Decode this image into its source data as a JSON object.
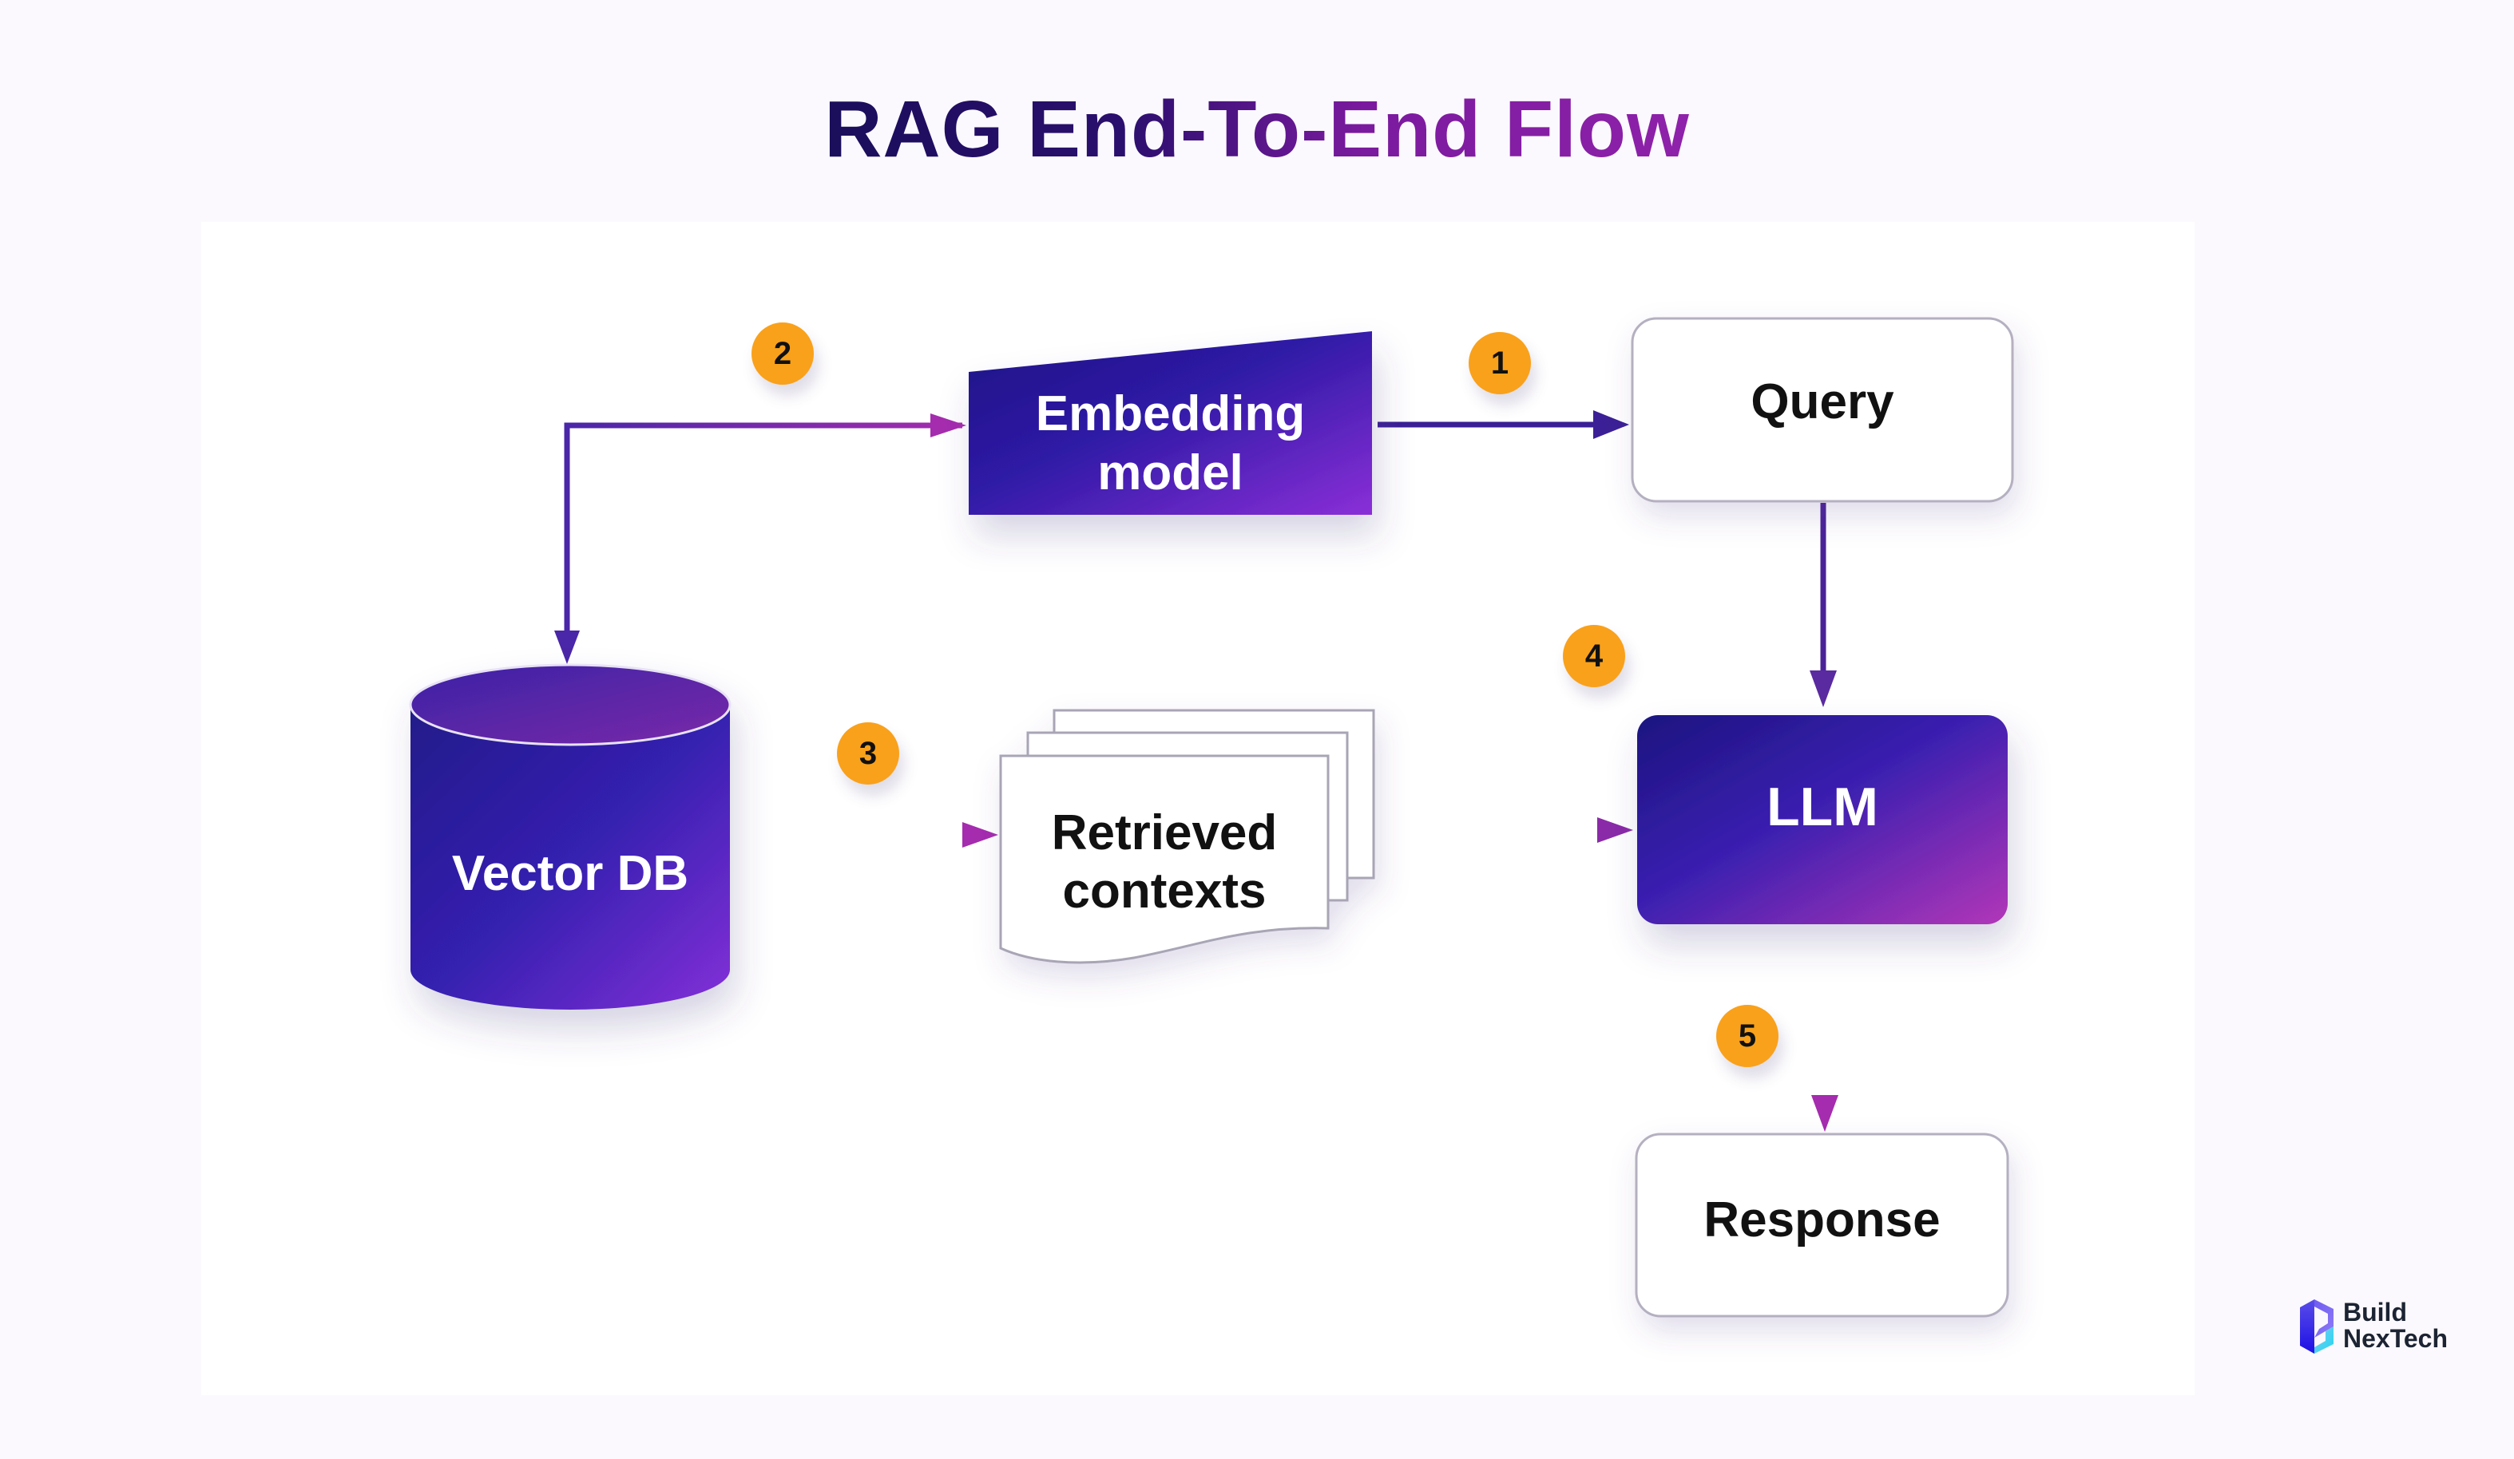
{
  "title": "RAG End-To-End Flow",
  "nodes": {
    "embedding_model": {
      "line1": "Embedding",
      "line2": "model"
    },
    "query": {
      "label": "Query"
    },
    "vector_db": {
      "label": "Vector DB"
    },
    "retrieved_contexts": {
      "line1": "Retrieved",
      "line2": "contexts"
    },
    "llm": {
      "label": "LLM"
    },
    "response": {
      "label": "Response"
    }
  },
  "steps": [
    "1",
    "2",
    "3",
    "4",
    "5"
  ],
  "branding": {
    "line1": "Build",
    "line2": "NexTech"
  },
  "colors": {
    "primary_dark": "#22168f",
    "primary_purple": "#7a2fd4",
    "magenta": "#a82fb5",
    "badge": "#f9a11b",
    "title_start": "#1a0e5a",
    "title_end": "#8f22aa"
  }
}
